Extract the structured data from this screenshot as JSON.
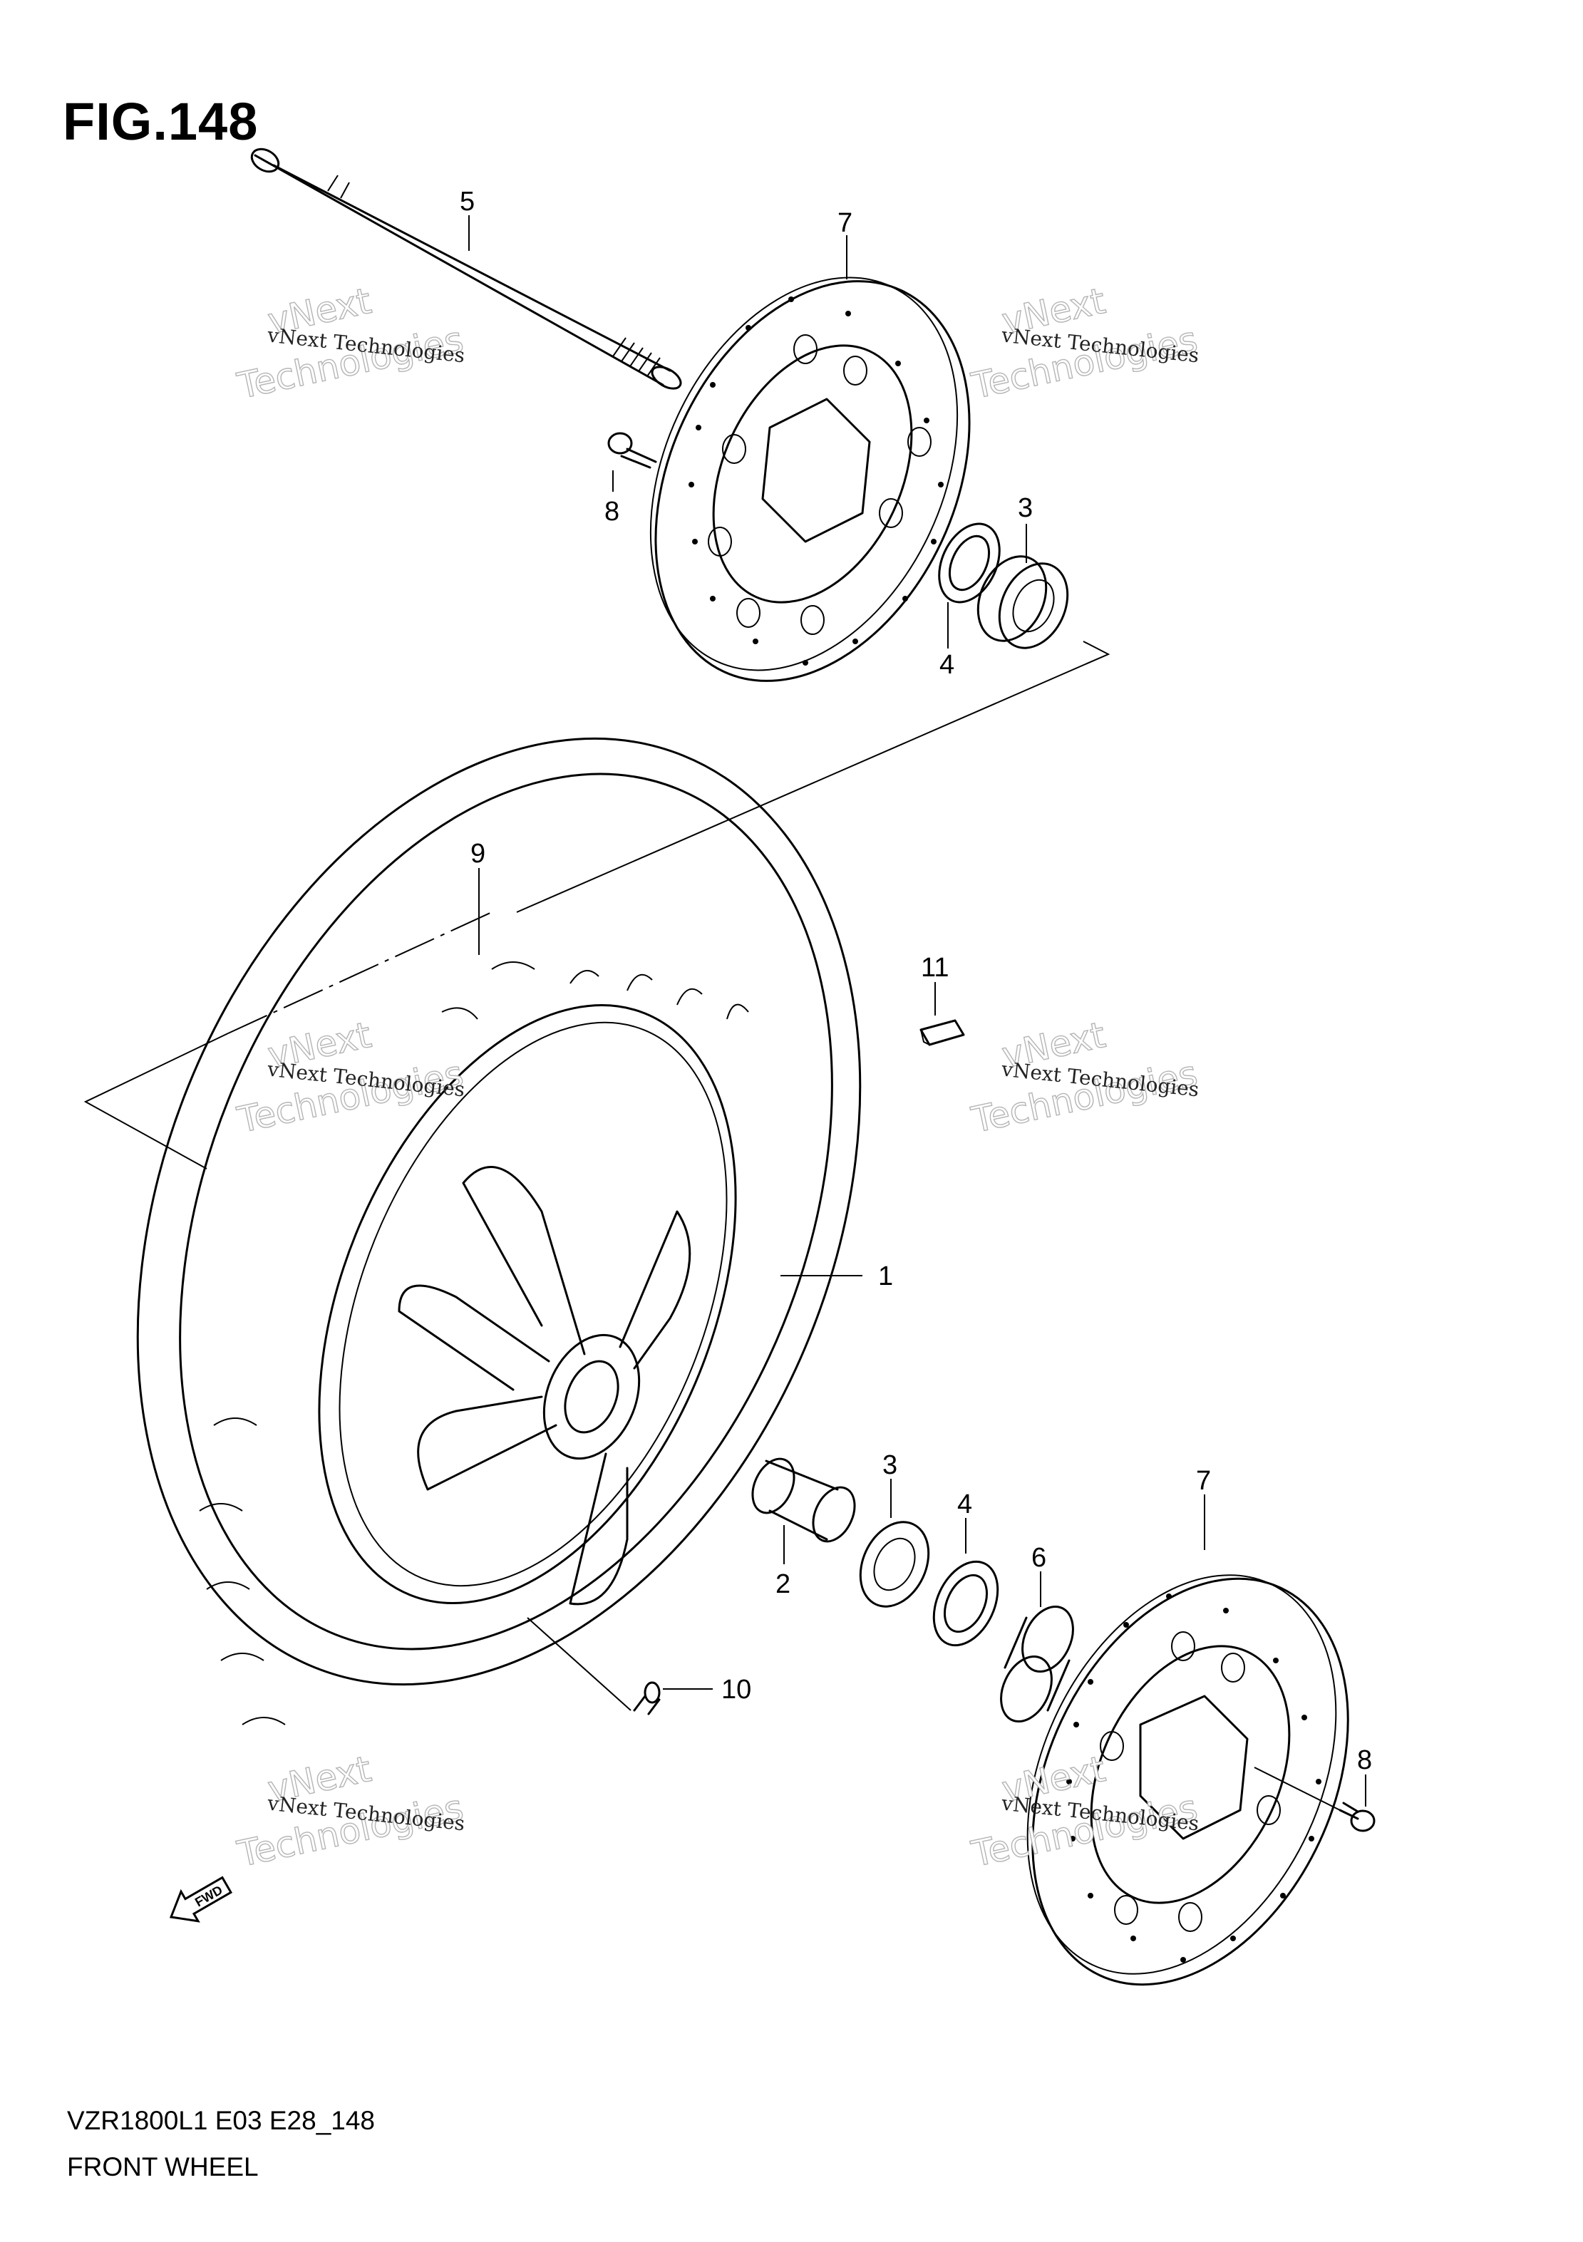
{
  "figure": {
    "title": "FIG.148",
    "model_code": "VZR1800L1 E03 E28_148",
    "name": "FRONT WHEEL"
  },
  "callouts": [
    "5",
    "7",
    "8",
    "3",
    "4",
    "9",
    "11",
    "1",
    "3",
    "4",
    "6",
    "2",
    "10",
    "7",
    "8"
  ],
  "watermark": {
    "small": "vNext Technologies",
    "large_line1": "vNext",
    "large_line2": "Technologies"
  },
  "direction_arrow": "FWD"
}
